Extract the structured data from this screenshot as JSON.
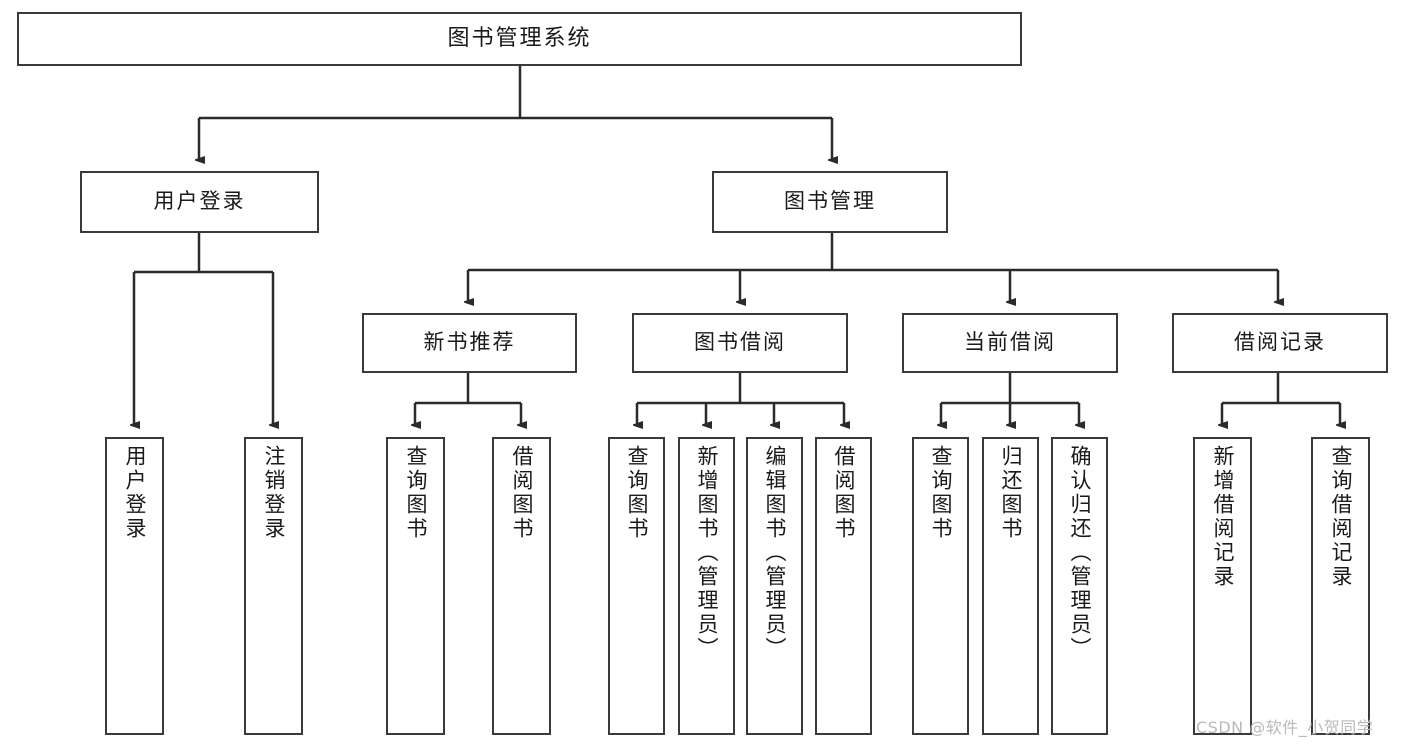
{
  "diagram": {
    "type": "tree-hierarchy-chart",
    "title": "图书管理系统",
    "watermark": "CSDN @软件_小贺同学",
    "colors": {
      "box_border": "#3a3a3a",
      "box_fill": "#ffffff",
      "connector": "#2b2b2b",
      "text": "#1a1a1a",
      "watermark": "#b9b9b9",
      "background": "#ffffff"
    },
    "levels": {
      "level0": "图书管理系统",
      "level1": [
        "用户登录",
        "图书管理"
      ],
      "level2": [
        "新书推荐",
        "图书借阅",
        "当前借阅",
        "借阅记录"
      ]
    },
    "nodes": {
      "root": {
        "label": "图书管理系统"
      },
      "user_login": {
        "label": "用户登录"
      },
      "book_manage": {
        "label": "图书管理"
      },
      "new_book_rec": {
        "label": "新书推荐"
      },
      "book_borrow": {
        "label": "图书借阅"
      },
      "current_borrow": {
        "label": "当前借阅"
      },
      "borrow_record": {
        "label": "借阅记录"
      },
      "leaf_user_login": {
        "label": "用户登录"
      },
      "leaf_logout": {
        "label": "注销登录"
      },
      "leaf_query_book_1": {
        "label": "查询图书"
      },
      "leaf_borrow_book_1": {
        "label": "借阅图书"
      },
      "leaf_query_book_2": {
        "label": "查询图书"
      },
      "leaf_add_book": {
        "label": "新增图书（管理员）"
      },
      "leaf_edit_book": {
        "label": "编辑图书（管理员）"
      },
      "leaf_borrow_book_2": {
        "label": "借阅图书"
      },
      "leaf_query_book_3": {
        "label": "查询图书"
      },
      "leaf_return_book": {
        "label": "归还图书"
      },
      "leaf_confirm_return": {
        "label": "确认归还（管理员）"
      },
      "leaf_add_record": {
        "label": "新增借阅记录"
      },
      "leaf_query_record": {
        "label": "查询借阅记录"
      }
    },
    "edges": [
      {
        "from": "root",
        "to": "user_login"
      },
      {
        "from": "root",
        "to": "book_manage"
      },
      {
        "from": "user_login",
        "to": "leaf_user_login"
      },
      {
        "from": "user_login",
        "to": "leaf_logout"
      },
      {
        "from": "book_manage",
        "to": "new_book_rec"
      },
      {
        "from": "book_manage",
        "to": "book_borrow"
      },
      {
        "from": "book_manage",
        "to": "current_borrow"
      },
      {
        "from": "book_manage",
        "to": "borrow_record"
      },
      {
        "from": "new_book_rec",
        "to": "leaf_query_book_1"
      },
      {
        "from": "new_book_rec",
        "to": "leaf_borrow_book_1"
      },
      {
        "from": "book_borrow",
        "to": "leaf_query_book_2"
      },
      {
        "from": "book_borrow",
        "to": "leaf_add_book"
      },
      {
        "from": "book_borrow",
        "to": "leaf_edit_book"
      },
      {
        "from": "book_borrow",
        "to": "leaf_borrow_book_2"
      },
      {
        "from": "current_borrow",
        "to": "leaf_query_book_3"
      },
      {
        "from": "current_borrow",
        "to": "leaf_return_book"
      },
      {
        "from": "current_borrow",
        "to": "leaf_confirm_return"
      },
      {
        "from": "borrow_record",
        "to": "leaf_add_record"
      },
      {
        "from": "borrow_record",
        "to": "leaf_query_record"
      }
    ]
  }
}
